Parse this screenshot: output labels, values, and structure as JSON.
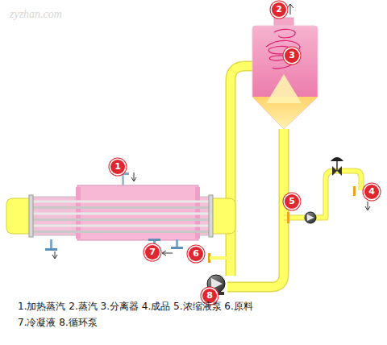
{
  "diagram": {
    "labels": [
      "zyzhan.com",
      "1",
      "2",
      "3",
      "4",
      "5",
      "6",
      "7",
      "8",
      "1.加热蒸汽 2.蒸汽 3.分离器 4.成品 5.浓缩液泵 6.原料",
      "7.冷凝液 8.循环泵"
    ]
  }
}
